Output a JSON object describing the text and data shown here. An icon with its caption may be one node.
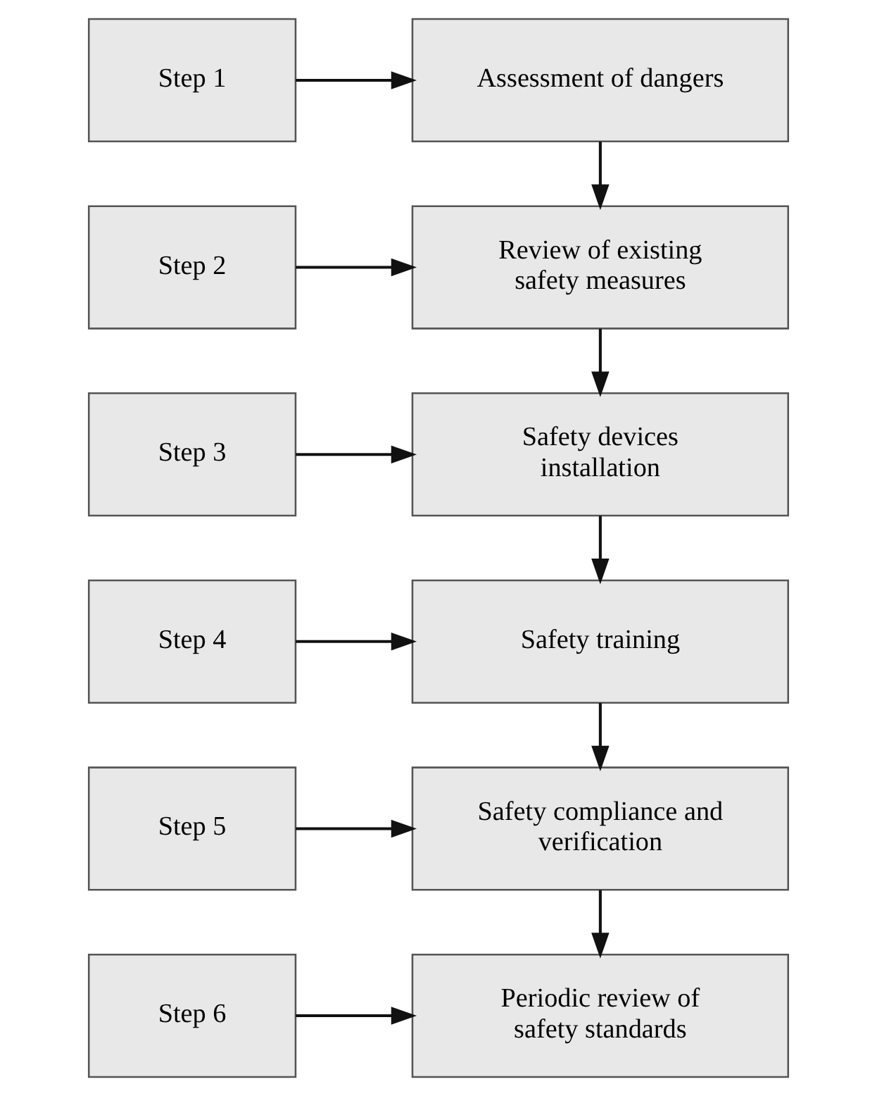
{
  "diagram": {
    "nodes": [
      {
        "text": [
          "Step 1"
        ]
      },
      {
        "text": [
          "Assessment of dangers"
        ]
      },
      {
        "text": [
          "Step 2"
        ]
      },
      {
        "text": [
          "Review of existing safety measures"
        ]
      },
      {
        "text": [
          "Step 3"
        ]
      },
      {
        "text": [
          "Safety devices installation"
        ]
      },
      {
        "text": [
          "Step 4"
        ]
      },
      {
        "text": [
          "Safety training"
        ]
      },
      {
        "text": [
          "Step 5"
        ]
      },
      {
        "text": [
          "Safety compliance and verification"
        ]
      },
      {
        "text": [
          "Step 6"
        ]
      },
      {
        "text": [
          "Periodic review of safety standards"
        ]
      }
    ],
    "edges": [
      {
        "from": 0,
        "to": 1,
        "arrow": "to"
      },
      {
        "from": 1,
        "to": 3,
        "arrow": "to"
      },
      {
        "from": 2,
        "to": 3,
        "arrow": "to"
      },
      {
        "from": 3,
        "to": 5,
        "arrow": "to"
      },
      {
        "from": 4,
        "to": 5,
        "arrow": "to"
      },
      {
        "from": 5,
        "to": 7,
        "arrow": "to"
      },
      {
        "from": 6,
        "to": 7,
        "arrow": "to"
      },
      {
        "from": 7,
        "to": 9,
        "arrow": "to"
      },
      {
        "from": 8,
        "to": 9,
        "arrow": "to"
      },
      {
        "from": 9,
        "to": 11,
        "arrow": "to"
      },
      {
        "from": 10,
        "to": 11,
        "arrow": "to"
      }
    ]
  }
}
